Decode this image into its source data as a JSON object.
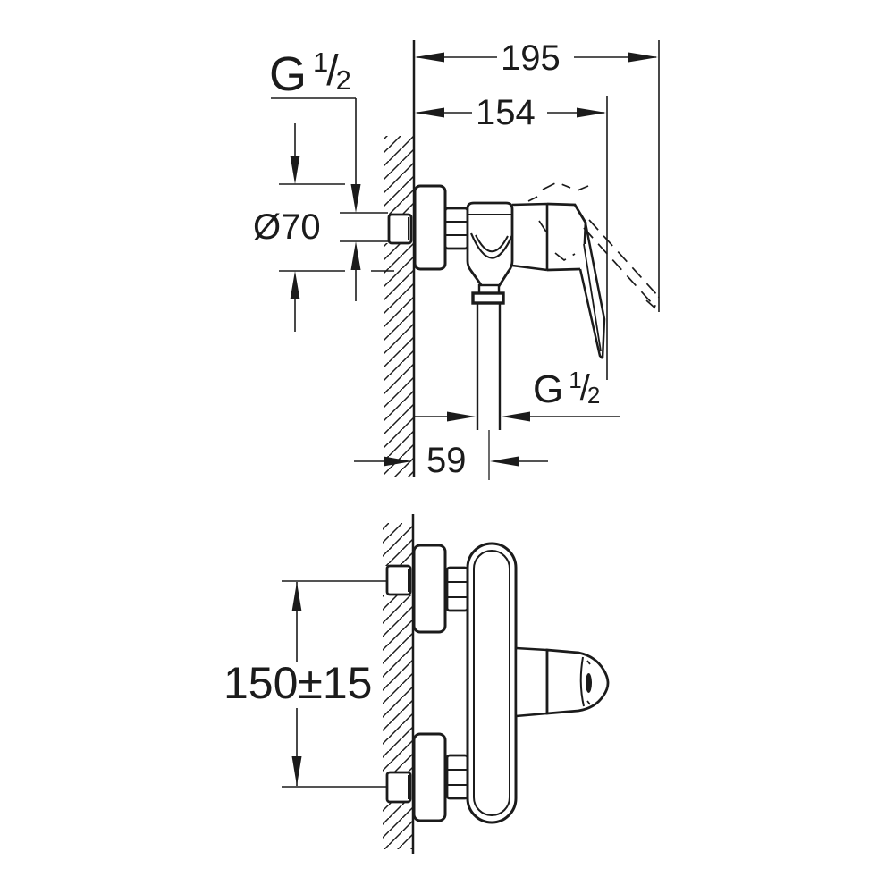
{
  "drawing": {
    "background": "#ffffff",
    "line_color": "#1b1b1b",
    "labels": {
      "wall_to_handle_max": "195",
      "wall_to_handle_tip": "154",
      "escutcheon_diameter": "Ø70",
      "wall_to_outlet_center": "59",
      "connection_spacing": "150±15",
      "thread_wall": {
        "g": "G",
        "numerator": "1",
        "slash": "/",
        "denominator": "2"
      },
      "thread_outlet": {
        "g": "G",
        "numerator": "1",
        "slash": "/",
        "denominator": "2"
      }
    }
  }
}
